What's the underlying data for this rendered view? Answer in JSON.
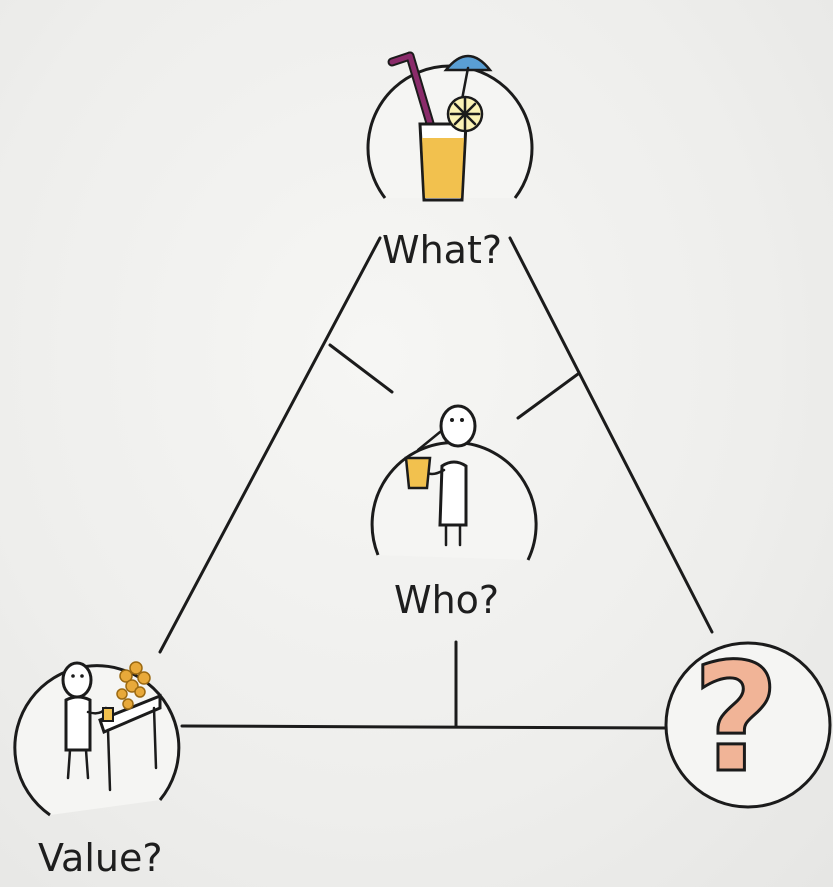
{
  "diagram": {
    "nodes": {
      "what": {
        "label": "What?",
        "icon": "juice-glass-icon"
      },
      "who": {
        "label": "Who?",
        "icon": "person-drinking-icon"
      },
      "value": {
        "label": "Value?",
        "icon": "person-selling-icon"
      },
      "unknown": {
        "label": "?",
        "icon": "question-mark-icon"
      }
    },
    "colors": {
      "line": "#1b1b1b",
      "juice": "#f2c14e",
      "straw": "#8a2b6a",
      "umbrella": "#5a9fd4",
      "coins": "#e8a93a",
      "question": "#f1b497"
    }
  }
}
